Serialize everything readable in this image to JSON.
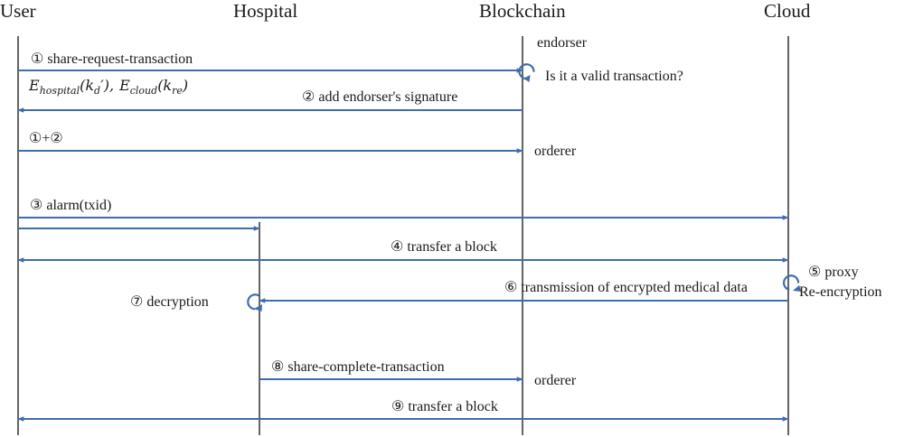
{
  "colors": {
    "arrow": "#3e6db0",
    "lifeline": "#111111",
    "text": "#1a1a1a"
  },
  "participants": {
    "user": "User",
    "hospital": "Hospital",
    "blockchain": "Blockchain",
    "cloud": "Cloud"
  },
  "roles": {
    "endorser": "endorser",
    "orderer_1": "orderer",
    "orderer_2": "orderer"
  },
  "messages": {
    "m1": "① share-request-transaction",
    "m1_valid": "Is it a valid transaction?",
    "m2": "② add endorser's signature",
    "m12": "①+②",
    "m3": "③ alarm(txid)",
    "m4": "④ transfer a block",
    "m5_a": "⑤ proxy",
    "m5_b": "Re-encryption",
    "m6": "⑥ transmission of encrypted medical data",
    "m7": "⑦ decryption",
    "m8": "⑧ share-complete-transaction",
    "m9": "⑨ transfer a block"
  },
  "formula": {
    "e1": "E",
    "e1_sub": "hospital",
    "e1_arg_open": "(k",
    "e1_arg_sub": "d",
    "e1_arg_close": "′),",
    "e2": "E",
    "e2_sub": "cloud",
    "e2_arg_open": "(k",
    "e2_arg_sub": "re",
    "e2_arg_close": ")"
  }
}
